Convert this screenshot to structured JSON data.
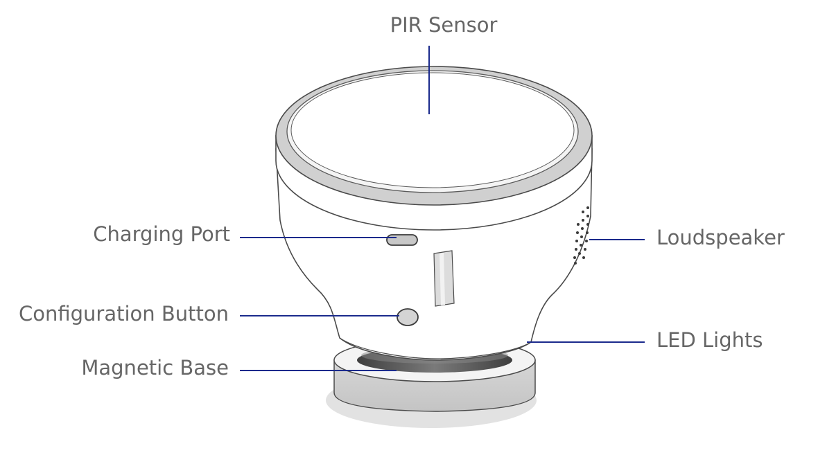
{
  "labels": {
    "pir_sensor": "PIR Sensor",
    "charging_port": "Charging Port",
    "configuration_button": "Configuration Button",
    "magnetic_base": "Magnetic Base",
    "loudspeaker": "Loudspeaker",
    "led_lights": "LED Lights"
  },
  "colors": {
    "leader_line": "#1a2a8c",
    "label_text": "#666666",
    "outline": "#4a4a4a",
    "body_fill": "#ffffff",
    "rim_fill": "#d4d4d4",
    "base_fill": "#d0d0d0",
    "shadow": "#e0e0e0"
  }
}
